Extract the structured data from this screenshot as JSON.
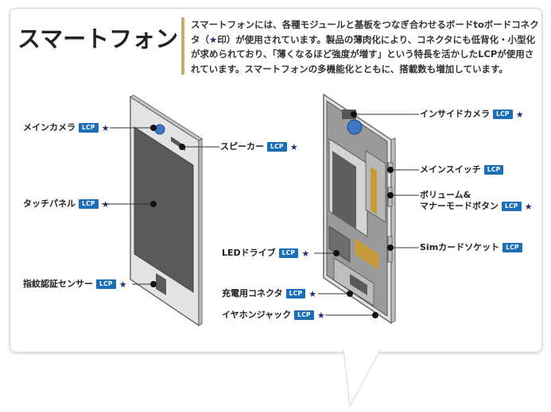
{
  "title": "スマートフォン",
  "description": {
    "before_star": "スマートフォンには、各種モジュールと基板をつなぎ合わせるボードtoボードコネクタ（",
    "star": "★",
    "after_star": "印）が使用されています。製品の薄肉化により、コネクタにも低背化・小型化が求められており、「薄くなるほど強度が増す」という特長を活かしたLCPが使用されています。スマートフォンの多機能化とともに、搭載数も増加しています。"
  },
  "badge_text": "LCP",
  "star_symbol": "★",
  "labels": {
    "main_camera": "メインカメラ",
    "speaker": "スピーカー",
    "touch_panel": "タッチパネル",
    "fingerprint_sensor": "指紋認証センサー",
    "inside_camera": "インサイドカメラ",
    "main_switch": "メインスイッチ",
    "volume_line1": "ボリューム&",
    "volume_line2": "マナーモードボタン",
    "sim_socket": "Simカードソケット",
    "led_driver": "LEDドライブ",
    "charging_connector": "充電用コネクタ",
    "earphone_jack": "イヤホンジャック"
  },
  "colors": {
    "lcp_badge": "#1a6fb8",
    "star": "#22306e",
    "divider": "#c9ab6a",
    "phone_frame": "#d9d9d9",
    "screen": "#5a5a5a"
  }
}
